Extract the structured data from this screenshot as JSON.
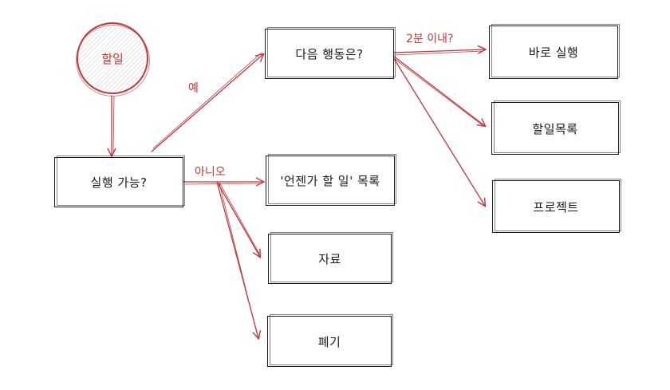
{
  "colors": {
    "ink": "#1b1b1b",
    "accent": "#c0383b"
  },
  "start": {
    "label": "할일"
  },
  "nodes": {
    "actionable": "실행 가능?",
    "next_action": "다음 행동은?",
    "do_now": "바로 실행",
    "todo_list": "할일목록",
    "project": "프로젝트",
    "someday": "'언젠가 할 일' 목록",
    "reference": "자료",
    "trash": "폐기"
  },
  "edge_labels": {
    "yes": "예",
    "no": "아니오",
    "two_min": "2분 이내?"
  }
}
